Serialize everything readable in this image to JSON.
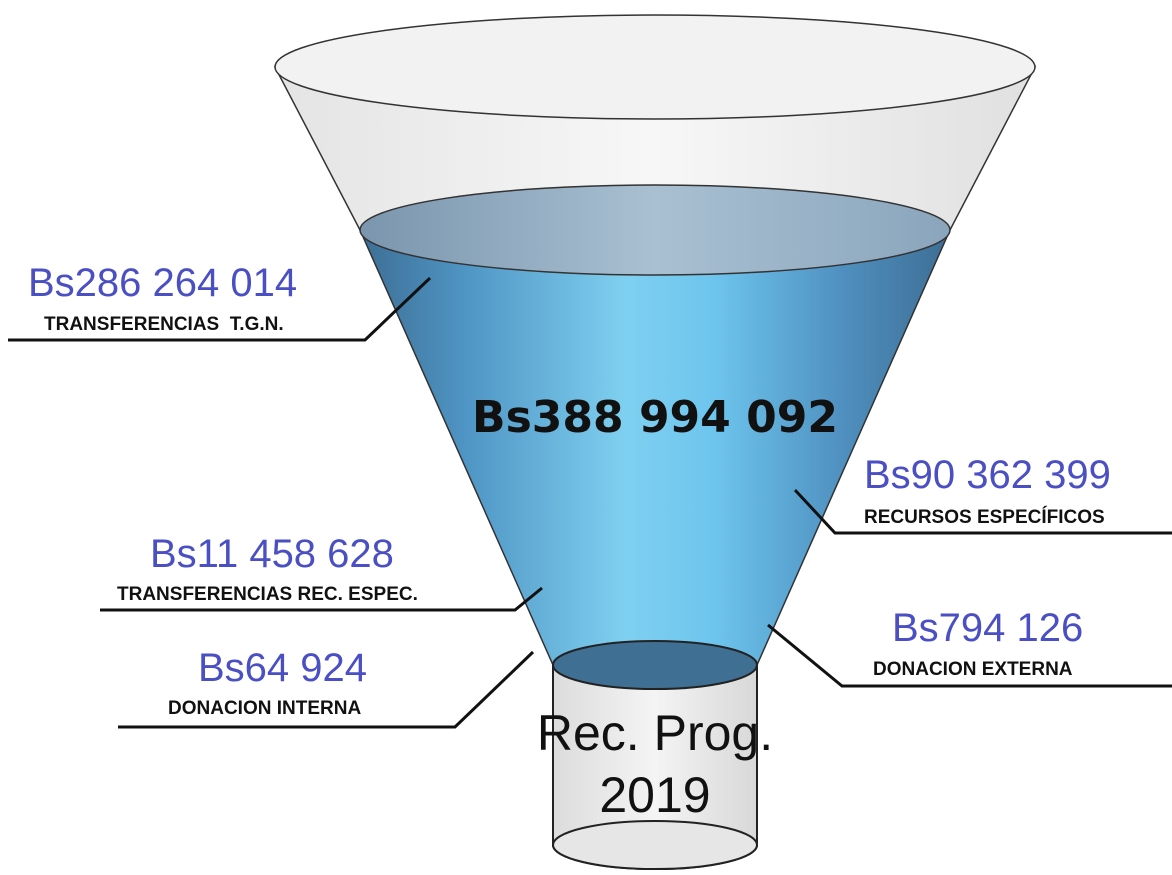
{
  "diagram": {
    "total": "Bs388 994 092",
    "spout_label_line1": "Rec. Prog.",
    "spout_label_line2": "2019",
    "sources": [
      {
        "amount": "Bs286 264 014",
        "label": "TRANSFERENCIAS  T.G.N."
      },
      {
        "amount": "Bs11 458 628",
        "label": "TRANSFERENCIAS REC. ESPEC."
      },
      {
        "amount": "Bs64 924",
        "label": "DONACION INTERNA"
      },
      {
        "amount": "Bs90 362 399",
        "label": "RECURSOS ESPECÍFICOS"
      },
      {
        "amount": "Bs794 126",
        "label": "DONACION EXTERNA"
      }
    ]
  }
}
